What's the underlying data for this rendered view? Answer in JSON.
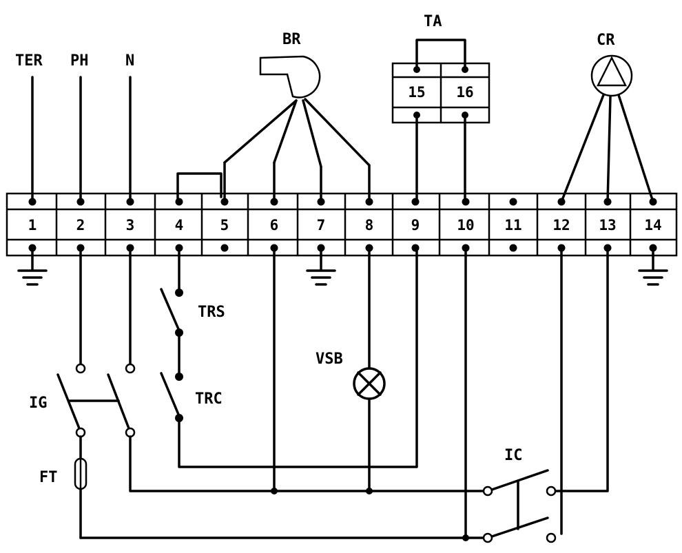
{
  "terminal_block": {
    "terminals": [
      "1",
      "2",
      "3",
      "4",
      "5",
      "6",
      "7",
      "8",
      "9",
      "10",
      "11",
      "12",
      "13",
      "14"
    ]
  },
  "thermostat_block": {
    "terminals": [
      "15",
      "16"
    ]
  },
  "labels": {
    "ter": "TER",
    "ph": "PH",
    "n": "N",
    "br": "BR",
    "ta": "TA",
    "cr": "CR",
    "trs": "TRS",
    "trc": "TRC",
    "vsb": "VSB",
    "ig": "IG",
    "ft": "FT",
    "ic": "IC"
  }
}
